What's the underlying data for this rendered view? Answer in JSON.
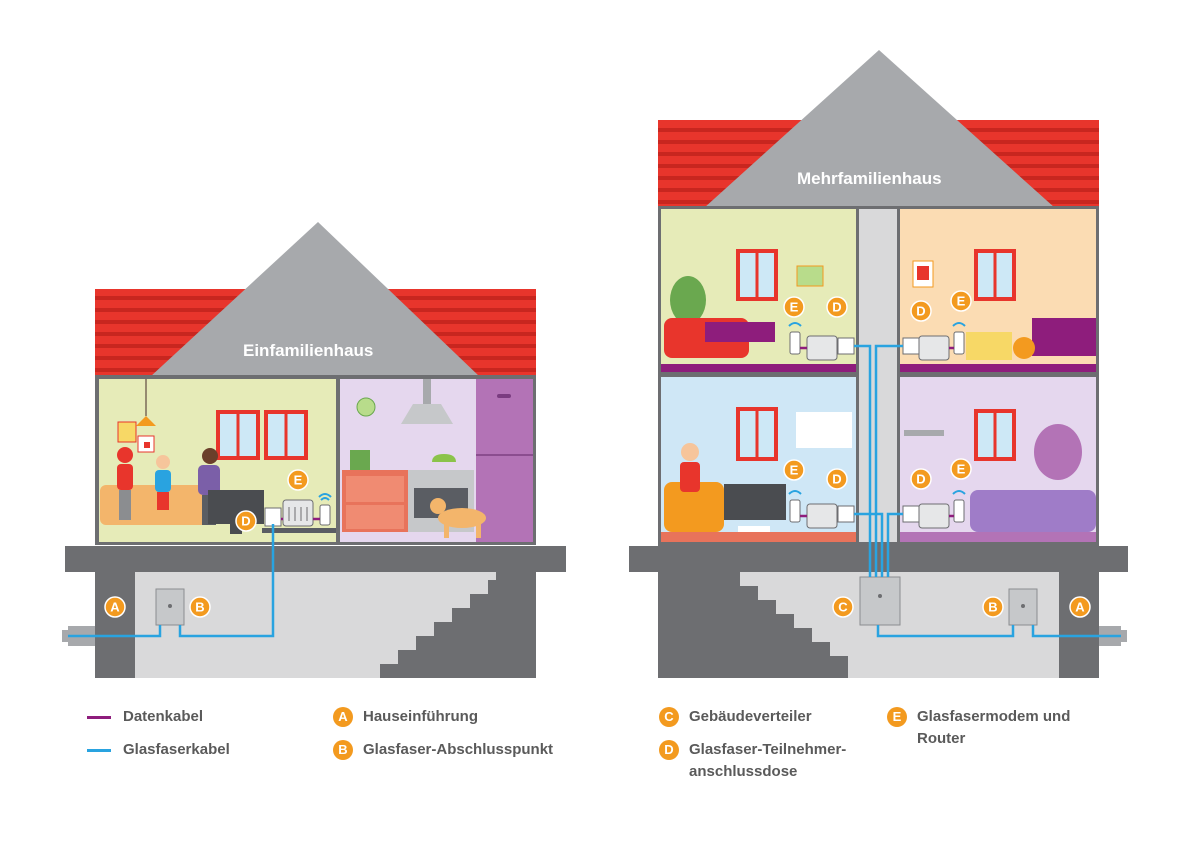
{
  "colors": {
    "roof_tiles": "#e8352c",
    "roof_gable": "#a7a9ac",
    "ground": "#6d6e71",
    "basement": "#d9d9da",
    "fiber": "#29a3e0",
    "data": "#8e1d7c",
    "badge": "#f39a1f",
    "text": "#5a5a5a"
  },
  "houses": {
    "single": {
      "title": "Einfamilienhaus"
    },
    "multi": {
      "title": "Mehrfamilienhaus"
    }
  },
  "badges": {
    "a": "A",
    "b": "B",
    "c": "C",
    "d": "D",
    "e": "E"
  },
  "legend": {
    "data_cable": "Datenkabel",
    "fiber_cable": "Glasfaserkabel",
    "items": [
      {
        "badge": "A",
        "label": "Hauseinführung"
      },
      {
        "badge": "B",
        "label": "Glasfaser-Abschlusspunkt"
      },
      {
        "badge": "C",
        "label": "Gebäudeverteiler"
      },
      {
        "badge": "D",
        "label": "Glasfaser-Teilnehmer-",
        "label2": "anschlussdose"
      },
      {
        "badge": "E",
        "label": "Glasfasermodem und",
        "label2": "Router"
      }
    ]
  }
}
